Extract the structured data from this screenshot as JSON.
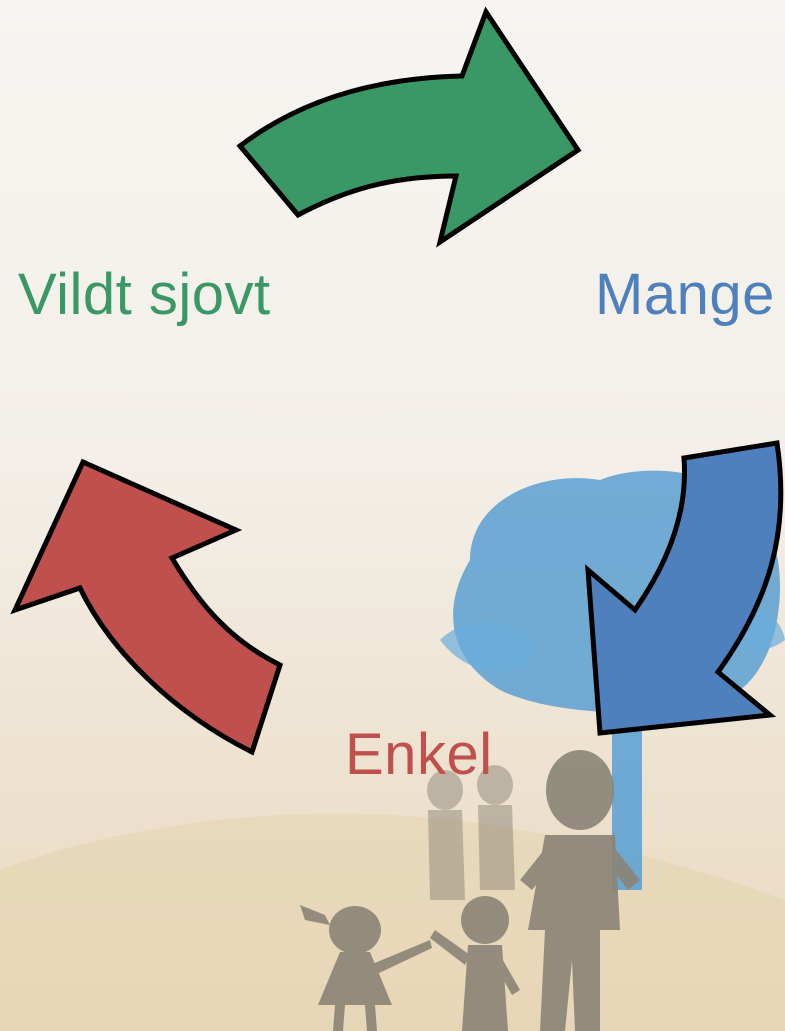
{
  "labels": {
    "vildt_sjovt": "Vildt sjovt",
    "mange": "Mange",
    "enkel": "Enkel"
  },
  "colors": {
    "green": "#3a9866",
    "blue": "#4e80bd",
    "red": "#c0504d",
    "outline": "#000000",
    "tree": "#5a9fd1",
    "figures": "#8a8476"
  },
  "icons": {
    "green_arrow": "curved-arrow-right",
    "blue_arrow": "curved-arrow-down",
    "red_arrow": "curved-arrow-up",
    "tree": "tree-illustration",
    "figures": "cartoon-family-illustration"
  }
}
